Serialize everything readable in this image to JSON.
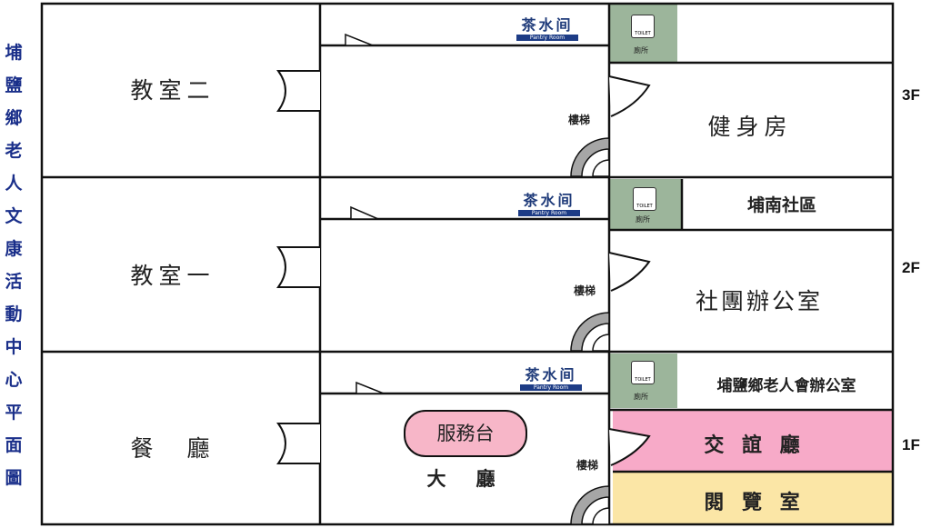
{
  "title_vertical": [
    "埔",
    "鹽",
    "鄉",
    "老",
    "人",
    "文",
    "康",
    "活",
    "動",
    "中",
    "心",
    "平",
    "面",
    "圖"
  ],
  "colors": {
    "title": "#1a2f8a",
    "wall": "#111111",
    "pantry_text": "#1f3b7a",
    "pantry_bar": "#1d3c86",
    "toilet_bg": "#9cb59b",
    "service_desk": "#f7b6c8",
    "social_hall": "#f7aac8",
    "reading_room": "#fbe6a6",
    "stairs_fill": "#a6a6a6"
  },
  "floors": {
    "f3": {
      "label": "3F",
      "left_room": "教室二",
      "pantry": "茶水间",
      "pantry_en": "Pantry Room",
      "stairs": "樓梯",
      "toilet": "廁所",
      "toilet_icon": "TOILET",
      "right_top": "",
      "right_main": "健身房"
    },
    "f2": {
      "label": "2F",
      "left_room": "教室一",
      "pantry": "茶水间",
      "pantry_en": "Pantry Room",
      "stairs": "樓梯",
      "toilet": "廁所",
      "toilet_icon": "TOILET",
      "right_top": "埔南社區",
      "right_main": "社團辦公室"
    },
    "f1": {
      "label": "1F",
      "left_room": "餐　廳",
      "pantry": "茶水间",
      "pantry_en": "Pantry Room",
      "stairs": "樓梯",
      "toilet": "廁所",
      "toilet_icon": "TOILET",
      "right_top": "埔鹽鄉老人會辦公室",
      "service_desk": "服務台",
      "hall": "大　廳",
      "social_hall": "交 誼 廳",
      "reading_room": "閱 覽 室"
    }
  }
}
